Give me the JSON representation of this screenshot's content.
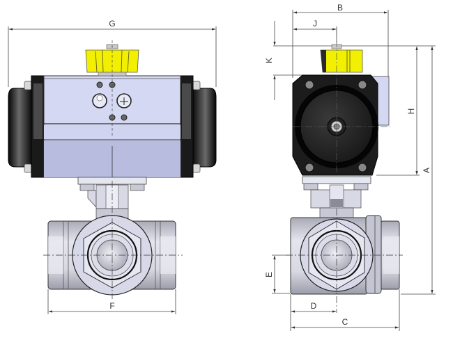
{
  "diagram": {
    "subject": "Pneumatic actuated 3-way ball valve",
    "views": [
      "front",
      "side"
    ],
    "colors": {
      "actuator_body": "#d4d8f2",
      "actuator_body_dark": "#b4b8da",
      "end_caps": "#111111",
      "indicator": "#f2f000",
      "valve_body": "#d3d4dc",
      "valve_shadow": "#a4a5b0",
      "outline": "#222222",
      "dimension_line": "#444444"
    },
    "front_view": {
      "dimensions": {
        "G": "G",
        "F": "F"
      }
    },
    "side_view": {
      "dimensions": {
        "B": "B",
        "J": "J",
        "K": "K",
        "H": "H",
        "A": "A",
        "E": "E",
        "D": "D",
        "C": "C"
      }
    }
  }
}
